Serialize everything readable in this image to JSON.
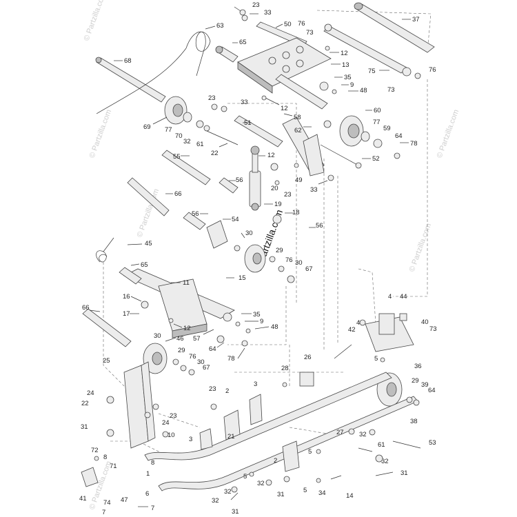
{
  "watermark": {
    "center_text": "© Partzilla.com",
    "edge_text": "© Partzilla.com"
  },
  "callouts": [
    "23",
    "33",
    "50",
    "76",
    "73",
    "37",
    "63",
    "65",
    "12",
    "13",
    "68",
    "75",
    "76",
    "73",
    "35",
    "9",
    "48",
    "23",
    "33",
    "12",
    "58",
    "60",
    "77",
    "59",
    "64",
    "78",
    "69",
    "77",
    "70",
    "32",
    "61",
    "22",
    "51",
    "62",
    "12",
    "52",
    "55",
    "20",
    "49",
    "33",
    "23",
    "56",
    "66",
    "19",
    "18",
    "56",
    "54",
    "30",
    "56",
    "29",
    "76",
    "30",
    "67",
    "45",
    "65",
    "11",
    "15",
    "16",
    "17",
    "35",
    "12",
    "9",
    "48",
    "57",
    "64",
    "30",
    "46",
    "78",
    "66",
    "4",
    "44",
    "43",
    "40",
    "73",
    "42",
    "5",
    "26",
    "25",
    "29",
    "76",
    "30",
    "67",
    "36",
    "28",
    "29",
    "39",
    "64",
    "24",
    "23",
    "2",
    "3",
    "22",
    "24",
    "23",
    "38",
    "31",
    "21",
    "27",
    "32",
    "10",
    "3",
    "53",
    "61",
    "72",
    "8",
    "5",
    "32",
    "71",
    "8",
    "2",
    "1",
    "5",
    "31",
    "32",
    "41",
    "74",
    "47",
    "7",
    "6",
    "5",
    "32",
    "31",
    "34",
    "14",
    "32",
    "7",
    "31"
  ],
  "colors": {
    "line": "#333333",
    "part_fill": "#ececec",
    "part_shade": "#bdbdbd",
    "watermark": "#cfcfcf"
  }
}
